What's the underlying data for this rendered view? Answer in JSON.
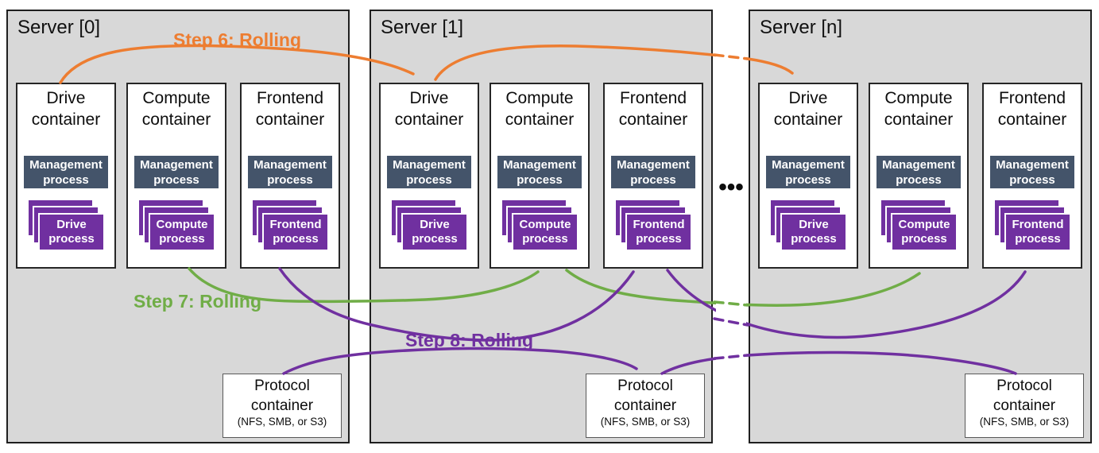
{
  "servers": [
    {
      "label": "Server [0]",
      "containers": [
        {
          "title": "Drive\ncontainer",
          "management": "Management\nprocess",
          "process": "Drive\nprocess"
        },
        {
          "title": "Compute\ncontainer",
          "management": "Management\nprocess",
          "process": "Compute\nprocess"
        },
        {
          "title": "Frontend\ncontainer",
          "management": "Management\nprocess",
          "process": "Frontend\nprocess"
        }
      ],
      "protocol": {
        "title": "Protocol\ncontainer",
        "subtitle": "(NFS, SMB, or S3)"
      }
    },
    {
      "label": "Server [1]",
      "containers": [
        {
          "title": "Drive\ncontainer",
          "management": "Management\nprocess",
          "process": "Drive\nprocess"
        },
        {
          "title": "Compute\ncontainer",
          "management": "Management\nprocess",
          "process": "Compute\nprocess"
        },
        {
          "title": "Frontend\ncontainer",
          "management": "Management\nprocess",
          "process": "Frontend\nprocess"
        }
      ],
      "protocol": {
        "title": "Protocol\ncontainer",
        "subtitle": "(NFS, SMB, or S3)"
      }
    },
    {
      "label": "Server [n]",
      "containers": [
        {
          "title": "Drive\ncontainer",
          "management": "Management\nprocess",
          "process": "Drive\nprocess"
        },
        {
          "title": "Compute\ncontainer",
          "management": "Management\nprocess",
          "process": "Compute\nprocess"
        },
        {
          "title": "Frontend\ncontainer",
          "management": "Management\nprocess",
          "process": "Frontend\nprocess"
        }
      ],
      "protocol": {
        "title": "Protocol\ncontainer",
        "subtitle": "(NFS, SMB, or S3)"
      }
    }
  ],
  "steps": [
    {
      "label": "Step 6: Rolling",
      "color": "#ed7d31"
    },
    {
      "label": "Step 7: Rolling",
      "color": "#70ad47"
    },
    {
      "label": "Step 8: Rolling",
      "color": "#7030a0"
    }
  ],
  "ellipsis": "•••",
  "colors": {
    "server_background": "#d8d8d8",
    "management_process": "#44546a",
    "process_purple": "#7030a0",
    "step6_orange": "#ed7d31",
    "step7_green": "#70ad47",
    "step8_purple": "#7030a0"
  }
}
